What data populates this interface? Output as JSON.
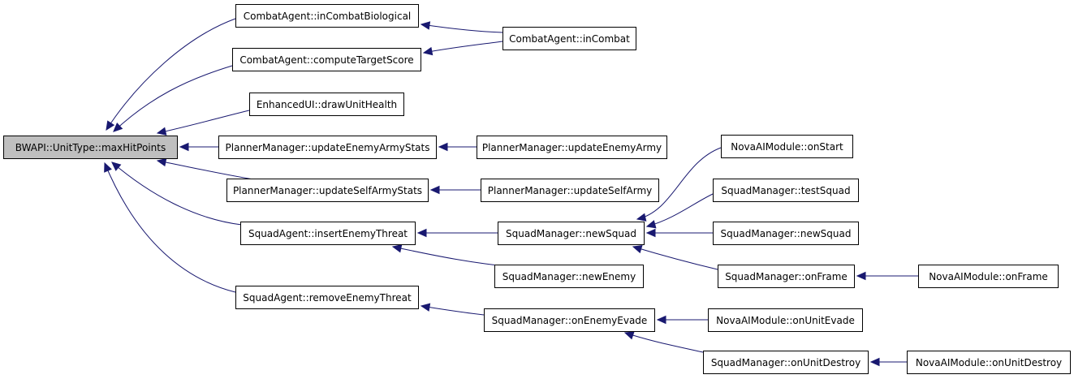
{
  "graph": {
    "edge_color": "#191970",
    "root_fill": "#bfbfbf",
    "nodes": [
      {
        "id": "n1",
        "label": "BWAPI::UnitType::maxHitPoints",
        "root": true
      },
      {
        "id": "n2",
        "label": "CombatAgent::inCombatBiological"
      },
      {
        "id": "n3",
        "label": "CombatAgent::inCombat"
      },
      {
        "id": "n4",
        "label": "CombatAgent::computeTargetScore"
      },
      {
        "id": "n5",
        "label": "EnhancedUI::drawUnitHealth"
      },
      {
        "id": "n6",
        "label": "PlannerManager::updateEnemyArmyStats"
      },
      {
        "id": "n7",
        "label": "PlannerManager::updateEnemyArmy"
      },
      {
        "id": "n8",
        "label": "PlannerManager::updateSelfArmyStats"
      },
      {
        "id": "n9",
        "label": "PlannerManager::updateSelfArmy"
      },
      {
        "id": "n10",
        "label": "SquadAgent::insertEnemyThreat"
      },
      {
        "id": "n11",
        "label": "SquadManager::newSquad"
      },
      {
        "id": "n12",
        "label": "NovaAIModule::onStart"
      },
      {
        "id": "n13",
        "label": "SquadManager::testSquad"
      },
      {
        "id": "n14",
        "label": "SquadManager::newSquad"
      },
      {
        "id": "n15",
        "label": "SquadManager::onFrame"
      },
      {
        "id": "n16",
        "label": "NovaAIModule::onFrame"
      },
      {
        "id": "n17",
        "label": "SquadManager::newEnemy"
      },
      {
        "id": "n18",
        "label": "SquadAgent::removeEnemyThreat"
      },
      {
        "id": "n19",
        "label": "SquadManager::onEnemyEvade"
      },
      {
        "id": "n20",
        "label": "NovaAIModule::onUnitEvade"
      },
      {
        "id": "n21",
        "label": "SquadManager::onUnitDestroy"
      },
      {
        "id": "n22",
        "label": "NovaAIModule::onUnitDestroy"
      }
    ],
    "edges": [
      {
        "from": "n2",
        "to": "n1"
      },
      {
        "from": "n4",
        "to": "n1"
      },
      {
        "from": "n5",
        "to": "n1"
      },
      {
        "from": "n6",
        "to": "n1"
      },
      {
        "from": "n8",
        "to": "n1"
      },
      {
        "from": "n10",
        "to": "n1"
      },
      {
        "from": "n18",
        "to": "n1"
      },
      {
        "from": "n3",
        "to": "n2"
      },
      {
        "from": "n3",
        "to": "n4"
      },
      {
        "from": "n7",
        "to": "n6"
      },
      {
        "from": "n9",
        "to": "n8"
      },
      {
        "from": "n11",
        "to": "n10"
      },
      {
        "from": "n17",
        "to": "n10"
      },
      {
        "from": "n12",
        "to": "n11"
      },
      {
        "from": "n13",
        "to": "n11"
      },
      {
        "from": "n14",
        "to": "n11"
      },
      {
        "from": "n15",
        "to": "n11"
      },
      {
        "from": "n16",
        "to": "n15"
      },
      {
        "from": "n19",
        "to": "n18"
      },
      {
        "from": "n20",
        "to": "n19"
      },
      {
        "from": "n21",
        "to": "n19"
      },
      {
        "from": "n22",
        "to": "n21"
      }
    ]
  }
}
